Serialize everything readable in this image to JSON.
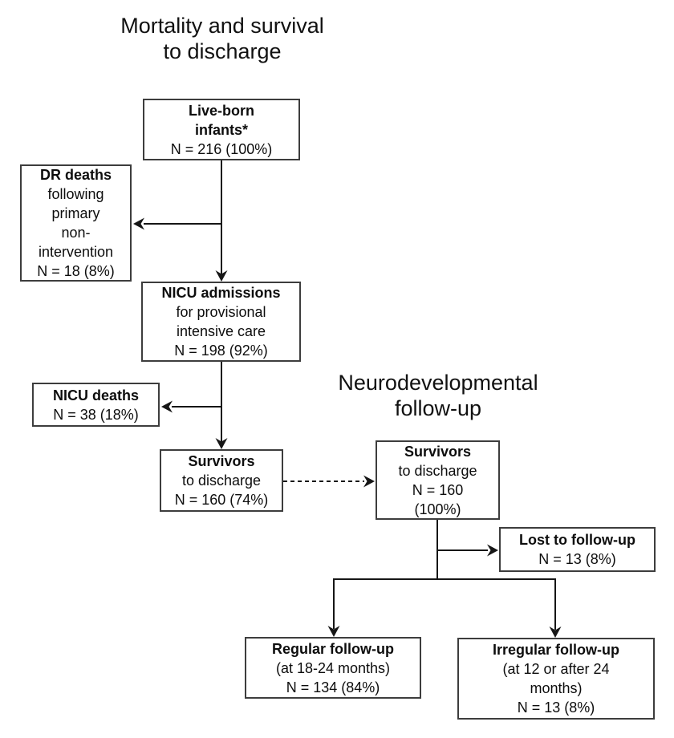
{
  "titles": {
    "mortality": "Mortality and survival to discharge",
    "neuro": "Neurodevelopmental follow-up"
  },
  "boxes": {
    "live_born": {
      "lines": [
        "Live-born",
        "infants*",
        "N = 216 (100%)"
      ]
    },
    "dr_deaths": {
      "lines": [
        "DR deaths",
        "following",
        "primary",
        "non-",
        "intervention",
        "N = 18 (8%)"
      ]
    },
    "nicu_admissions": {
      "lines": [
        "NICU admissions",
        "for provisional",
        "intensive care",
        "N = 198 (92%)"
      ]
    },
    "nicu_deaths": {
      "lines": [
        "NICU deaths",
        "N = 38 (18%)"
      ]
    },
    "survivors_discharge": {
      "lines": [
        "Survivors",
        "to discharge",
        "N = 160 (74%)"
      ]
    },
    "survivors_followup": {
      "lines": [
        "Survivors",
        "to discharge",
        "N = 160",
        "(100%)"
      ]
    },
    "lost_followup": {
      "lines": [
        "Lost to follow-up",
        "N = 13 (8%)"
      ]
    },
    "regular_followup": {
      "lines": [
        "Regular follow-up",
        "(at 18-24 months)",
        "N = 134 (84%)"
      ]
    },
    "irregular_followup": {
      "lines": [
        "Irregular follow-up",
        "(at 12 or after 24",
        "months)",
        "N = 13 (8%)"
      ]
    }
  },
  "colors": {
    "ink": "#161616",
    "box_border": "#3d3d3d",
    "background": "#ffffff"
  }
}
